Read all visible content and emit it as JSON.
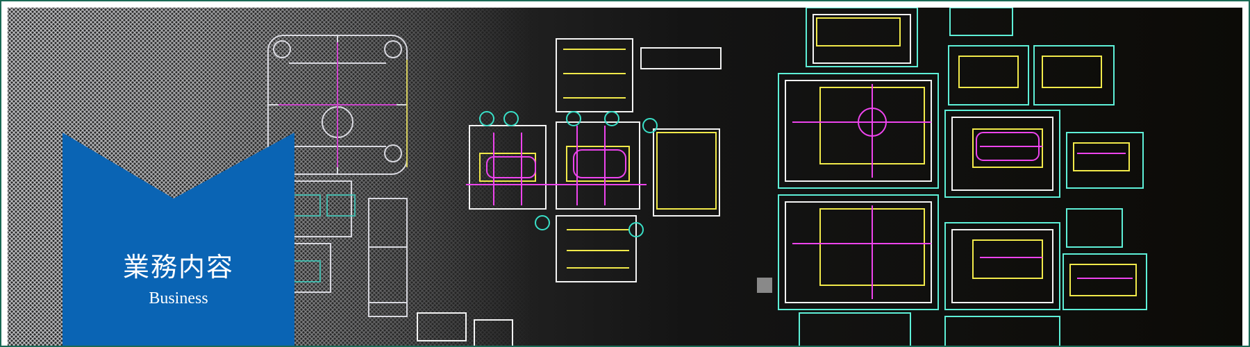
{
  "banner": {
    "title": "業務内容",
    "subtitle": "Business",
    "badge_color": "#0a64b4",
    "frame_color": "#1a6a55",
    "background_icon": "cad-drawings-image"
  }
}
